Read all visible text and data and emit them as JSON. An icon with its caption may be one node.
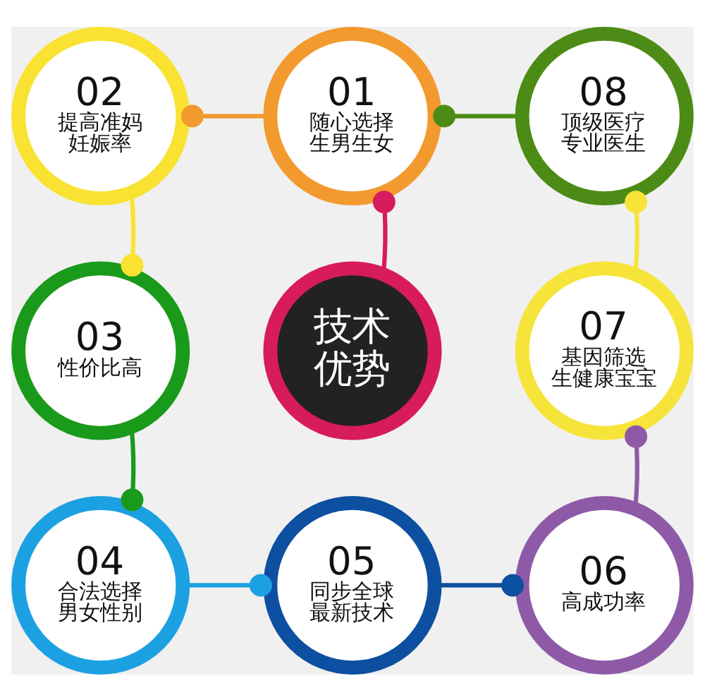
{
  "diagram": {
    "nodes": [
      {
        "text": [
          "02",
          "提高准妈妊娠率"
        ]
      },
      {
        "text": [
          "01",
          "随心选择生男生女"
        ]
      },
      {
        "text": [
          "08",
          "顶级医疗专业医生"
        ]
      },
      {
        "text": [
          "03",
          "性价比高"
        ]
      },
      {
        "text": [
          "技术优势"
        ]
      },
      {
        "text": [
          "07",
          "基因筛选生健康宝宝"
        ]
      },
      {
        "text": [
          "04",
          "合法选择男女性别"
        ]
      },
      {
        "text": [
          "05",
          "同步全球最新技术"
        ]
      },
      {
        "text": [
          "06",
          "高成功率"
        ]
      }
    ],
    "edges": [
      {
        "from": 1,
        "to": 0,
        "arrow": "other",
        "color": "#f29a2e"
      },
      {
        "from": 0,
        "to": 3,
        "arrow": "other",
        "color": "#f9e231"
      },
      {
        "from": 3,
        "to": 6,
        "arrow": "other",
        "color": "#1a9a1a"
      },
      {
        "from": 6,
        "to": 7,
        "arrow": "other",
        "color": "#1ba1e2"
      },
      {
        "from": 7,
        "to": 8,
        "arrow": "other",
        "color": "#0d4fa0"
      },
      {
        "from": 8,
        "to": 5,
        "arrow": "other",
        "color": "#8e5aa8"
      },
      {
        "from": 5,
        "to": 2,
        "arrow": "other",
        "color": "#f7e43a"
      },
      {
        "from": 2,
        "to": 1,
        "arrow": "other",
        "color": "#4c8c16"
      },
      {
        "from": 4,
        "to": 1,
        "arrow": "other",
        "color": "#d81b5d"
      }
    ]
  }
}
